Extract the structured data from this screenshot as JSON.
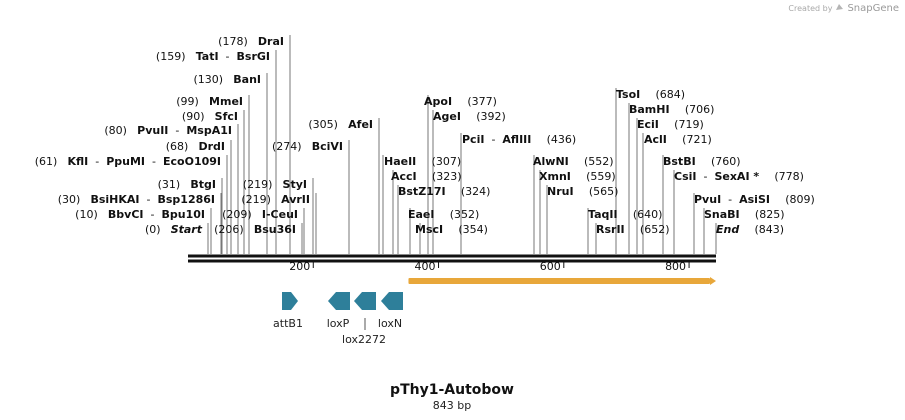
{
  "watermark": {
    "prefix": "Created by",
    "brand": "SnapGene"
  },
  "plasmid": {
    "name": "pThy1-Autobow",
    "length_label": "843 bp",
    "length": 843
  },
  "ruler_ticks": [
    "200",
    "400",
    "600",
    "800"
  ],
  "ruler_tick_values": [
    200,
    400,
    600,
    800
  ],
  "sites": [
    {
      "pos": "(0)",
      "name": "Start",
      "italic": true,
      "site": 0
    },
    {
      "pos": "(10)",
      "name": "BbvCI",
      "iso": "Bpu10I",
      "site": 10
    },
    {
      "pos": "(30)",
      "name": "BsiHKAI",
      "iso": "Bsp1286I",
      "site": 30
    },
    {
      "pos": "(31)",
      "name": "BtgI",
      "site": 31
    },
    {
      "pos": "(61)",
      "name": "KflI",
      "iso": "PpuMI",
      "iso2": "EcoO109I",
      "site": 61
    },
    {
      "pos": "(68)",
      "name": "DrdI",
      "site": 68
    },
    {
      "pos": "(80)",
      "name": "PvuII",
      "iso": "MspA1I",
      "site": 80
    },
    {
      "pos": "(90)",
      "name": "SfcI",
      "site": 90
    },
    {
      "pos": "(99)",
      "name": "MmeI",
      "site": 99
    },
    {
      "pos": "(130)",
      "name": "BanI",
      "site": 130
    },
    {
      "pos": "(159)",
      "name": "TatI",
      "iso": "BsrGI",
      "site": 159
    },
    {
      "pos": "(178)",
      "name": "DraI",
      "site": 178
    },
    {
      "pos": "(206)",
      "name": "Bsu36I",
      "site": 206
    },
    {
      "pos": "(209)",
      "name": "I-CeuI",
      "site": 209
    },
    {
      "pos": "(219)",
      "name": "StyI",
      "site": 219
    },
    {
      "pos": "(219)",
      "name": "AvrII",
      "site": 219
    },
    {
      "pos": "(274)",
      "name": "BciVI",
      "site": 274
    },
    {
      "pos": "(305)",
      "name": "AfeI",
      "site": 305
    },
    {
      "pos": "(307)",
      "name": "HaeII",
      "site": 307
    },
    {
      "pos": "(323)",
      "name": "AccI",
      "site": 323
    },
    {
      "pos": "(324)",
      "name": "BstZ17I",
      "site": 324
    },
    {
      "pos": "(352)",
      "name": "EaeI",
      "site": 352
    },
    {
      "pos": "(354)",
      "name": "MscI",
      "site": 354
    },
    {
      "pos": "(377)",
      "name": "ApoI",
      "site": 377
    },
    {
      "pos": "(392)",
      "name": "AgeI",
      "site": 392
    },
    {
      "pos": "(436)",
      "name": "PciI",
      "iso": "AflIII",
      "site": 436
    },
    {
      "pos": "(552)",
      "name": "AlwNI",
      "site": 552
    },
    {
      "pos": "(559)",
      "name": "XmnI",
      "site": 559
    },
    {
      "pos": "(565)",
      "name": "NruI",
      "site": 565
    },
    {
      "pos": "(640)",
      "name": "TaqII",
      "site": 640
    },
    {
      "pos": "(652)",
      "name": "RsrII",
      "site": 652
    },
    {
      "pos": "(684)",
      "name": "TsoI",
      "site": 684
    },
    {
      "pos": "(706)",
      "name": "BamHI",
      "site": 706
    },
    {
      "pos": "(719)",
      "name": "EciI",
      "site": 719
    },
    {
      "pos": "(721)",
      "name": "AclI",
      "site": 721
    },
    {
      "pos": "(760)",
      "name": "BstBI",
      "site": 760
    },
    {
      "pos": "(778)",
      "name": "CsiI",
      "iso": "SexAI *",
      "site": 778
    },
    {
      "pos": "(809)",
      "name": "PvuI",
      "iso": "AsiSI",
      "site": 809
    },
    {
      "pos": "(825)",
      "name": "SnaBI",
      "site": 825
    },
    {
      "pos": "(843)",
      "name": "End",
      "italic": true,
      "site": 843
    }
  ],
  "features": [
    {
      "name": "attB1",
      "dir": "right",
      "color": "#2e7f9a"
    },
    {
      "name": "loxP",
      "dir": "left",
      "color": "#2e7f9a"
    },
    {
      "name": "lox2272",
      "dir": "left",
      "color": "#2e7f9a"
    },
    {
      "name": "loxN",
      "dir": "left",
      "color": "#2e7f9a"
    }
  ],
  "orf": {
    "color": "#e8a73a",
    "dir": "right",
    "start": 352,
    "end": 843
  },
  "colors": {
    "backbone": "#111111",
    "feature": "#2e7f9a",
    "orf": "#e8a73a"
  }
}
